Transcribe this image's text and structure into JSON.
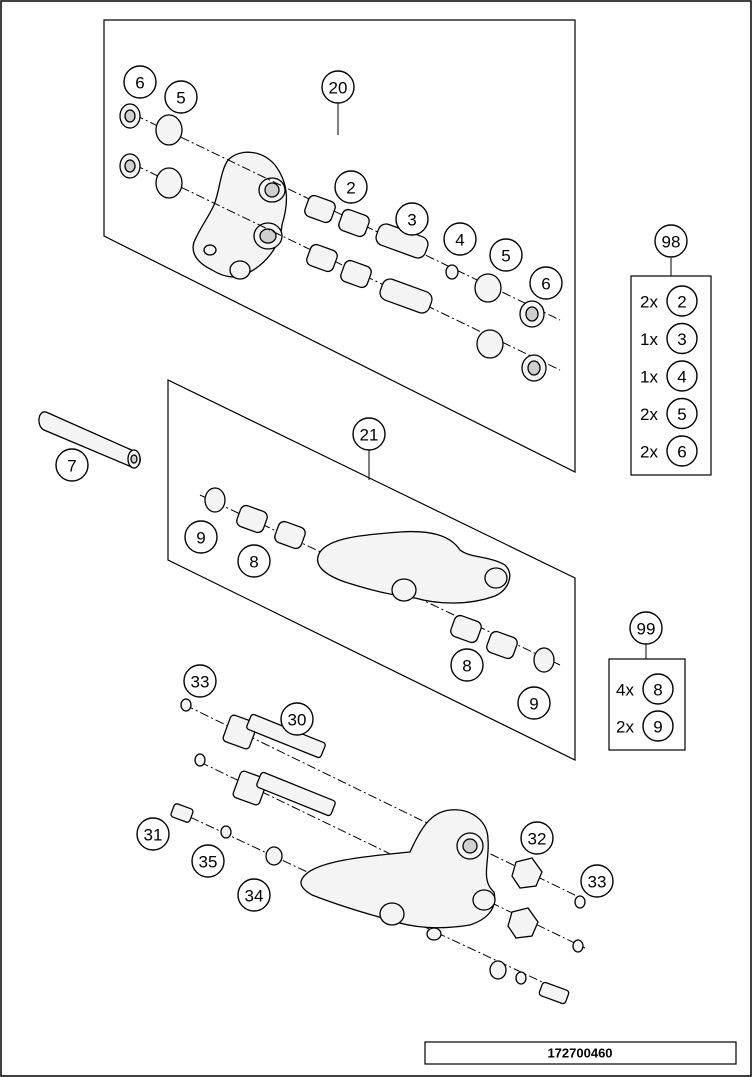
{
  "callouts": [
    {
      "id": "c20",
      "label": "20"
    },
    {
      "id": "c6a",
      "label": "6"
    },
    {
      "id": "c5a",
      "label": "5"
    },
    {
      "id": "c2",
      "label": "2"
    },
    {
      "id": "c3",
      "label": "3"
    },
    {
      "id": "c4",
      "label": "4"
    },
    {
      "id": "c5b",
      "label": "5"
    },
    {
      "id": "c6b",
      "label": "6"
    },
    {
      "id": "c7",
      "label": "7"
    },
    {
      "id": "c21",
      "label": "21"
    },
    {
      "id": "c9a",
      "label": "9"
    },
    {
      "id": "c8a",
      "label": "8"
    },
    {
      "id": "c8b",
      "label": "8"
    },
    {
      "id": "c9b",
      "label": "9"
    },
    {
      "id": "c33a",
      "label": "33"
    },
    {
      "id": "c30",
      "label": "30"
    },
    {
      "id": "c31",
      "label": "31"
    },
    {
      "id": "c35",
      "label": "35"
    },
    {
      "id": "c34",
      "label": "34"
    },
    {
      "id": "c32",
      "label": "32"
    },
    {
      "id": "c33b",
      "label": "33"
    },
    {
      "id": "c98",
      "label": "98"
    },
    {
      "id": "c99",
      "label": "99"
    }
  ],
  "kit98": {
    "items": [
      {
        "qty": "2x",
        "part": "2"
      },
      {
        "qty": "1x",
        "part": "3"
      },
      {
        "qty": "1x",
        "part": "4"
      },
      {
        "qty": "2x",
        "part": "5"
      },
      {
        "qty": "2x",
        "part": "6"
      }
    ]
  },
  "kit99": {
    "items": [
      {
        "qty": "4x",
        "part": "8"
      },
      {
        "qty": "2x",
        "part": "9"
      }
    ]
  },
  "drawing_number": "172700460"
}
